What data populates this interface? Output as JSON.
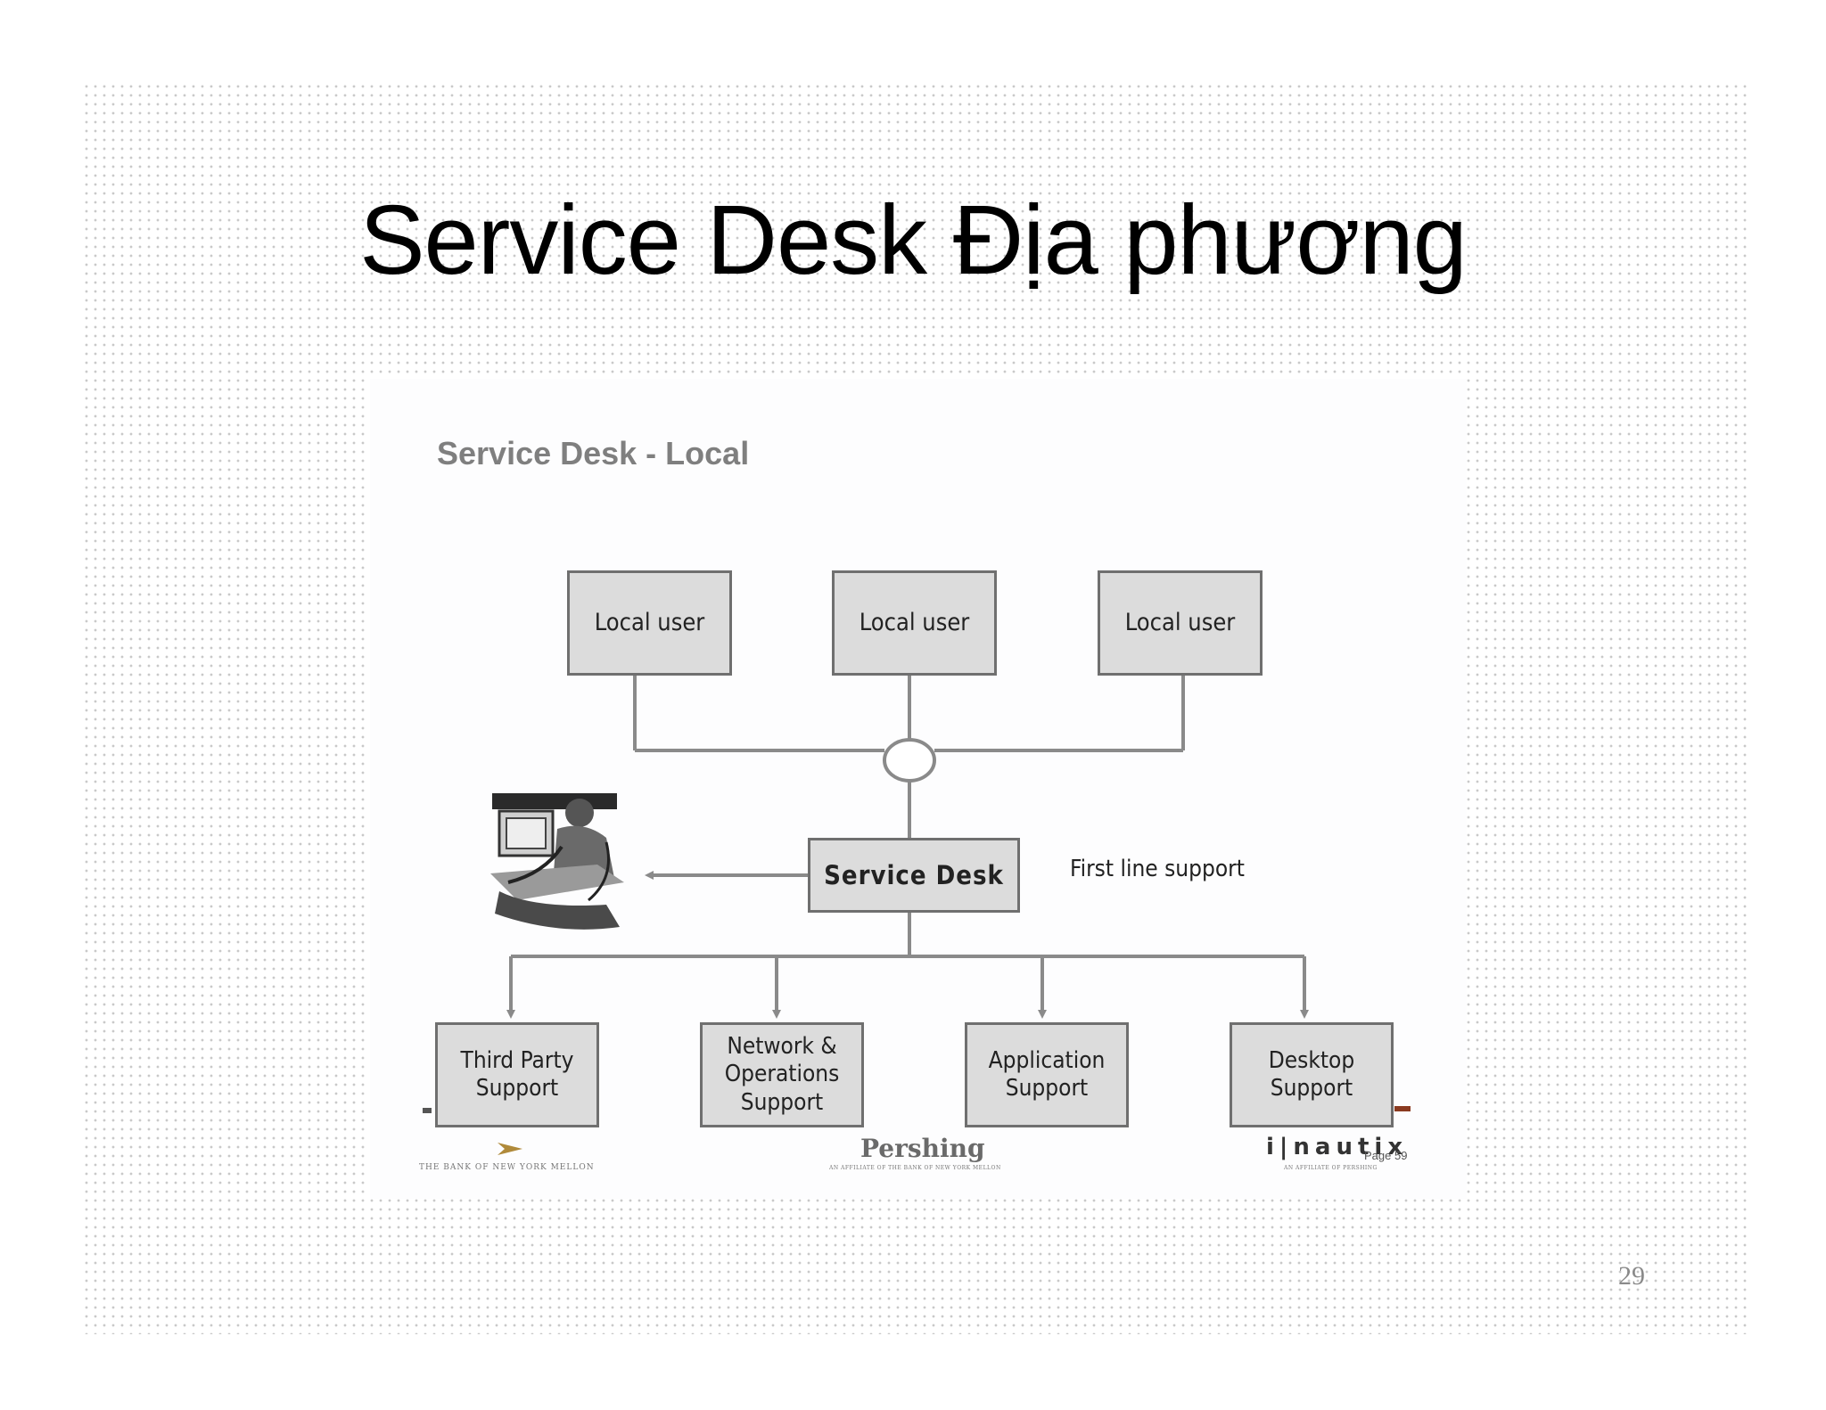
{
  "slide": {
    "title": "Service Desk Địa phương",
    "page_number": "29"
  },
  "figure": {
    "caption": "Service Desk - Local",
    "users": [
      "Local user",
      "Local user",
      "Local user"
    ],
    "service_desk": "Service Desk",
    "first_line_label": "First line support",
    "support_groups": [
      "Third Party\nSupport",
      "Network &\nOperations\nSupport",
      "Application\nSupport",
      "Desktop\nSupport"
    ],
    "page_ref": "Page 59"
  },
  "logos": {
    "left": "THE BANK OF NEW YORK MELLON",
    "center": "Pershing",
    "center_sub": "AN AFFILIATE OF THE BANK OF NEW YORK MELLON",
    "right": "i|nautix",
    "right_sub": "AN AFFILIATE OF PERSHING"
  },
  "colors": {
    "box_fill": "#dcdcdc",
    "box_border": "#6f6f6f",
    "connector": "#8a8a8a",
    "caption": "#7f7f7f"
  }
}
